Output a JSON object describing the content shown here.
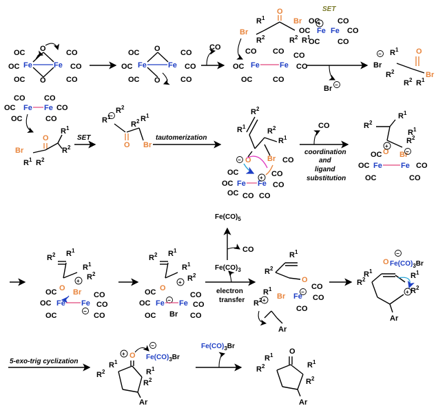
{
  "labels": {
    "set1": "SET",
    "set2": "SET",
    "tautomerization": "tautomerization",
    "coordination": [
      "coordination",
      "and",
      "ligand",
      "substitution"
    ],
    "electron_transfer": [
      "electron",
      "transfer"
    ],
    "exo": "5-exo-trig cyclization"
  },
  "species": {
    "co": "CO",
    "oc": "OC",
    "fe": "Fe",
    "o": "O",
    "br": "Br",
    "ar": "Ar",
    "r1": "R",
    "sup1": "1",
    "sup2": "2",
    "fe_co3": "Fe(CO)",
    "sub3": "3",
    "fe_co5": "Fe(CO)",
    "sub5": "5",
    "fe_co3_br": "Fe(CO)",
    "fe_co3_br_tail": "Br",
    "plus": "+",
    "minus": "−"
  },
  "colors": {
    "iron": "#1f3fc4",
    "heteroatom": "#e8853d",
    "fe_fe_bond": "#e0457b",
    "set_label": "#7a7a2a"
  }
}
